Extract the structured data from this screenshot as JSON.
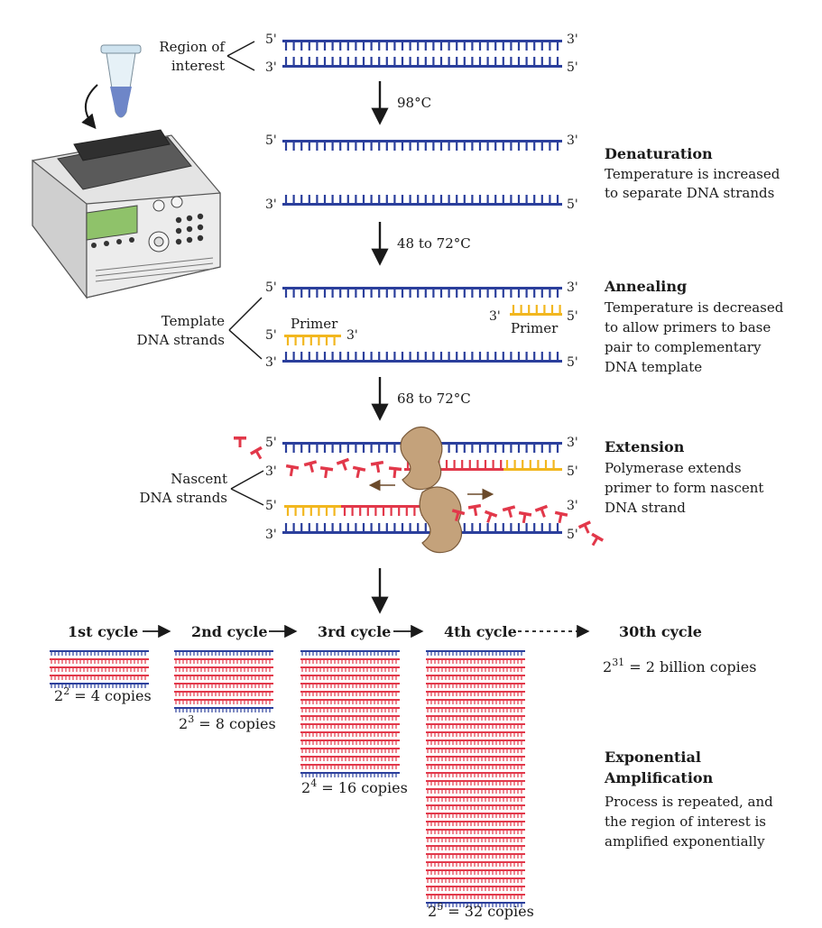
{
  "colors": {
    "blue": "#2b3f9c",
    "red": "#e2384a",
    "yellow": "#f2b71f",
    "enzyme": "#c4a27b",
    "ink": "#1a1a1a"
  },
  "labels": {
    "region_of_interest": [
      "Region of",
      "interest"
    ],
    "template_strands": [
      "Template",
      "DNA strands"
    ],
    "nascent_strands": [
      "Nascent",
      "DNA strands"
    ],
    "primer": "Primer",
    "five_prime": "5'",
    "three_prime": "3'"
  },
  "temperatures": {
    "denature": "98°C",
    "anneal": "48 to 72°C",
    "extend": "68 to 72°C"
  },
  "steps": [
    {
      "title": "Denaturation",
      "lines": [
        "Temperature is increased",
        "to separate DNA strands"
      ]
    },
    {
      "title": "Annealing",
      "lines": [
        "Temperature is decreased",
        "to allow primers to base",
        "pair to complementary",
        "DNA template"
      ]
    },
    {
      "title": "Extension",
      "lines": [
        "Polymerase extends",
        "primer to form nascent",
        "DNA strand"
      ]
    },
    {
      "title_lines": [
        "Exponential",
        "Amplification"
      ],
      "lines": [
        "Process is repeated, and",
        "the region of interest is",
        "amplified exponentially"
      ]
    }
  ],
  "cycles": [
    {
      "label": "1st cycle",
      "base": "2",
      "exp": "2",
      "rest": " = 4 copies"
    },
    {
      "label": "2nd cycle",
      "base": "2",
      "exp": "3",
      "rest": " = 8 copies"
    },
    {
      "label": "3rd cycle",
      "base": "2",
      "exp": "4",
      "rest": " = 16 copies"
    },
    {
      "label": "4th cycle",
      "base": "2",
      "exp": "5",
      "rest": " = 32 copies"
    },
    {
      "label": "30th cycle",
      "base": "2",
      "exp": "31",
      "rest": " = 2 billion copies"
    }
  ]
}
